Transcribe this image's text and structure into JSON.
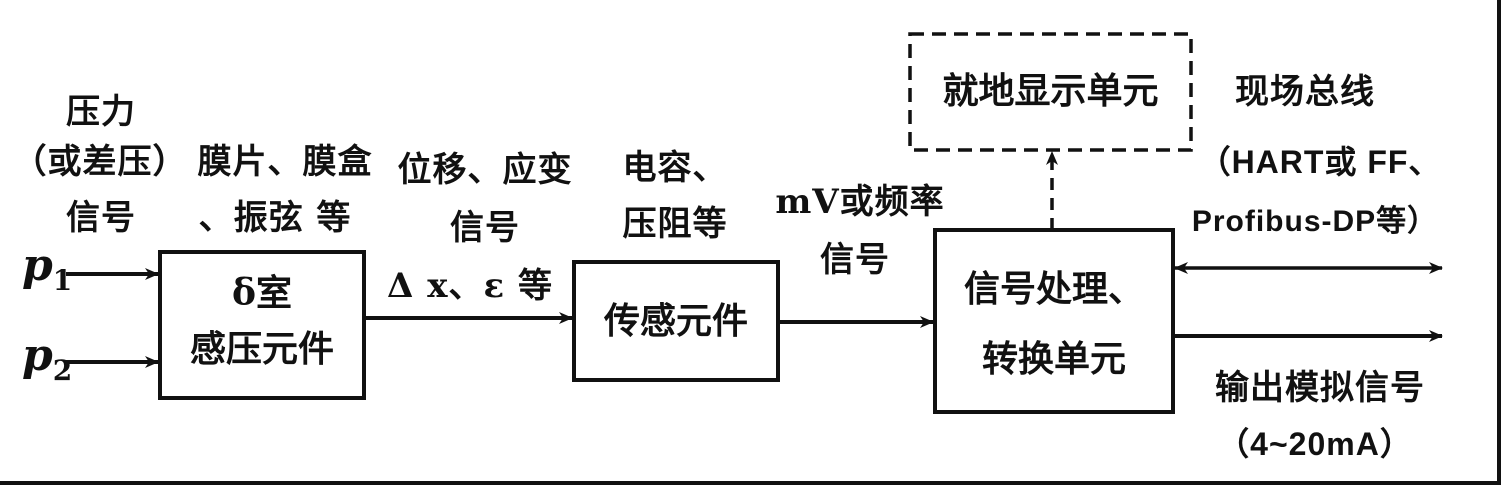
{
  "inputs": {
    "label_line1": "压力",
    "label_line2": "（或差压）",
    "label_line3": "信号",
    "p1_symbol": "p",
    "p1_sub": "1",
    "p2_symbol": "p",
    "p2_sub": "2"
  },
  "element_note": {
    "line1": "膜片、膜盒",
    "line2": "、振弦 等"
  },
  "box_sensing": {
    "line1": "δ室",
    "line2": "感压元件"
  },
  "signal1": {
    "line1": "位移、应变",
    "line2": "信号",
    "line3": "Δ x、ε 等"
  },
  "sensor_note": {
    "line1": "电容、",
    "line2": "压阻等"
  },
  "box_sensor": {
    "label": "传感元件"
  },
  "signal2": {
    "line1": "mV或频率",
    "line2": "信号"
  },
  "box_processing": {
    "line1": "信号处理、",
    "line2": "转换单元"
  },
  "box_display": {
    "label": "就地显示单元"
  },
  "fieldbus": {
    "line1": "现场总线",
    "line2": "（HART或 FF、",
    "line3": "Profibus-DP等）"
  },
  "analog_output": {
    "line1": "输出模拟信号",
    "line2": "（4~20mA）"
  }
}
